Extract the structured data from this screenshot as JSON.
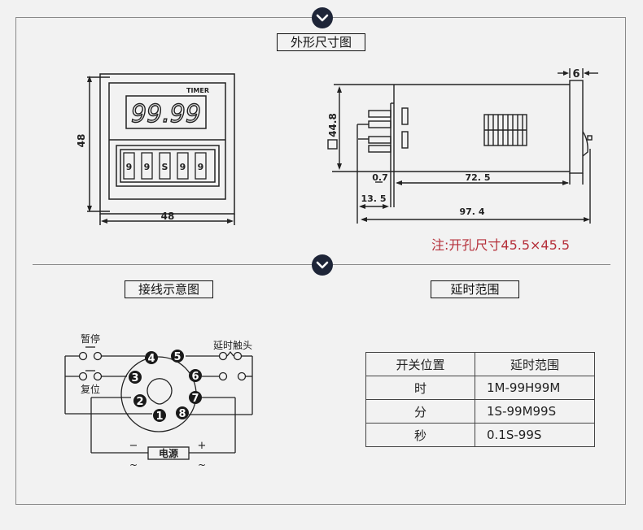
{
  "sections": {
    "dimensions": {
      "title": "外形尺寸图"
    },
    "wiring": {
      "title": "接线示意图"
    },
    "delay_range": {
      "title": "延时范围"
    }
  },
  "front_view": {
    "brand_label": "TIMER",
    "display_value": "99.99",
    "dials": [
      "9",
      "9",
      "S",
      "9",
      "9"
    ],
    "height_label": "48",
    "width_label": "48"
  },
  "side_view": {
    "panel_depth_label": "6",
    "height_label": "44.8",
    "dim_0_7": "0.7",
    "dim_72_5": "72. 5",
    "dim_13_5": "13. 5",
    "dim_97_4": "97. 4"
  },
  "cutout_note": "注:开孔尺寸45.5×45.5",
  "wiring": {
    "pause_label": "暂停",
    "reset_label": "复位",
    "delay_contact_label": "延时触头",
    "power_label": "电源",
    "minus_label": "−",
    "plus_label": "+",
    "ac_left": "~",
    "ac_right": "~",
    "pins": [
      "1",
      "2",
      "3",
      "4",
      "5",
      "6",
      "7",
      "8"
    ]
  },
  "range_table": {
    "headers": [
      "开关位置",
      "延时范围"
    ],
    "rows": [
      [
        "时",
        "1M-99H99M"
      ],
      [
        "分",
        "1S-99M99S"
      ],
      [
        "秒",
        "0.1S-99S"
      ]
    ]
  },
  "colors": {
    "accent_chevron": "#1e2538",
    "note_red": "#b5303a",
    "line_gray": "#8a8a8a"
  },
  "icons": {
    "section_marker": "chevron-down-icon"
  }
}
